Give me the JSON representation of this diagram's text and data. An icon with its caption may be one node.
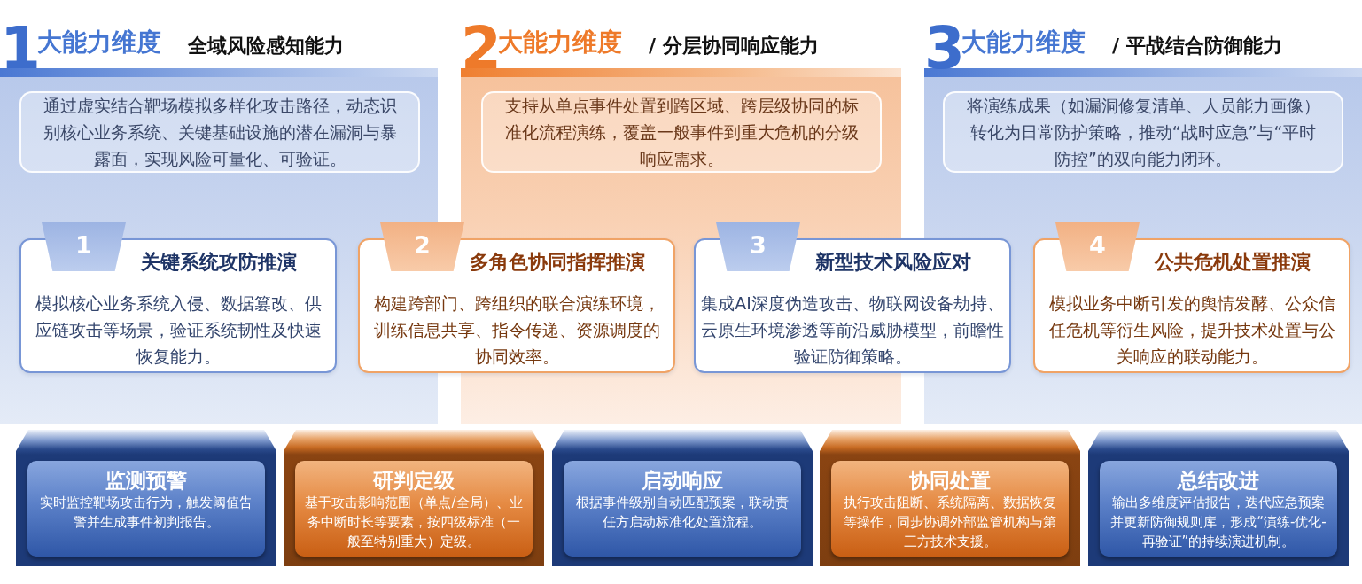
{
  "diagram": {
    "nodes": [
      {
        "text": [
          "1",
          "大能力维度",
          "全域风险感知能力"
        ]
      },
      {
        "text": [
          "通过虚实结合靶场模拟多样化攻击路径，动态识别核心业务系统、关键基础设施的潜在漏洞与暴露面，实现风险可量化、可验证。"
        ],
        "in": 0
      },
      {
        "text": [
          "2",
          "大能力维度",
          "/ 分层协同响应能力"
        ]
      },
      {
        "text": [
          "支持从单点事件处置到跨区域、跨层级协同的标准化流程演练，覆盖一般事件到重大危机的分级响应需求。"
        ],
        "in": 2
      },
      {
        "text": [
          "3",
          "大能力维度",
          "/ 平战结合防御能力"
        ]
      },
      {
        "text": [
          "将演练成果（如漏洞修复清单、人员能力画像）转化为日常防护策略，推动“战时应急”与“平时防控”的双向能力闭环。"
        ],
        "in": 4
      },
      {
        "text": [
          "1"
        ]
      },
      {
        "text": [
          "关键系统攻防推演",
          "模拟核心业务系统入侵、数据篡改、供应链攻击等场景，验证系统韧性及快速恢复能力。"
        ]
      },
      {
        "text": [
          "2"
        ]
      },
      {
        "text": [
          "多角色协同指挥推演",
          "构建跨部门、跨组织的联合演练环境，训练信息共享、指令传递、资源调度的协同效率。"
        ]
      },
      {
        "text": [
          "3"
        ]
      },
      {
        "text": [
          "新型技术风险应对",
          "集成AI深度伪造攻击、物联网设备劫持、云原生环境渗透等前沿威胁模型，前瞻性验证防御策略。"
        ]
      },
      {
        "text": [
          "4"
        ]
      },
      {
        "text": [
          "公共危机处置推演",
          "模拟业务中断引发的舆情发酵、公众信任危机等衍生风险，提升技术处置与公关响应的联动能力。"
        ]
      },
      {
        "text": [
          "监测预警",
          "实时监控靶场攻击行为，触发阈值告警并生成事件初判报告。"
        ]
      },
      {
        "text": [
          "研判定级",
          "基于攻击影响范围（单点/全局）、业务中断时长等要素，按四级标准（一般至特别重大）定级。"
        ]
      },
      {
        "text": [
          "启动响应",
          "根据事件级别自动匹配预案，联动责任方启动标准化处置流程。"
        ]
      },
      {
        "text": [
          "协同处置",
          "执行攻击阻断、系统隔离、数据恢复等操作，同步协调外部监管机构与第三方技术支援。"
        ]
      },
      {
        "text": [
          "总结改进",
          "输出多维度评估报告，迭代应急预案并更新防御规则库，形成“演练-优化-再验证”的持续演进机制。"
        ]
      }
    ]
  }
}
